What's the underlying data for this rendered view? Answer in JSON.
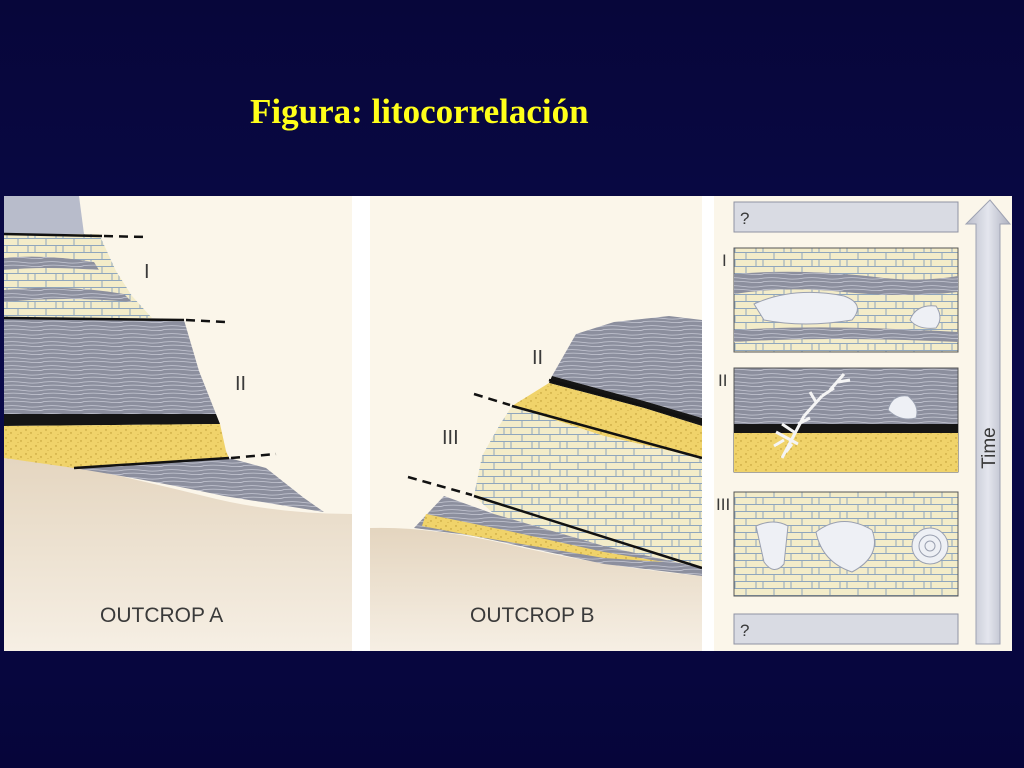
{
  "title": "Figura: litocorrelación",
  "outcrop_a": {
    "caption": "OUTCROP A",
    "unit_labels": [
      "I",
      "II"
    ]
  },
  "outcrop_b": {
    "caption": "OUTCROP B",
    "unit_labels": [
      "II",
      "III"
    ]
  },
  "column": {
    "top_unknown": "?",
    "bottom_unknown": "?",
    "unit_labels": [
      "I",
      "II",
      "III"
    ],
    "axis_label": "Time"
  },
  "colors": {
    "background": "#0a0a4a",
    "title": "#ffff1a",
    "shale": "#8c8f9e",
    "sandstone": "#f0d36a",
    "limestone": "#f3ecc9",
    "ground": "#e9dccb",
    "arrow": "#c9cbd6"
  }
}
